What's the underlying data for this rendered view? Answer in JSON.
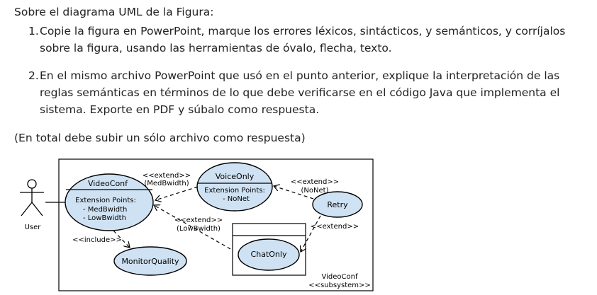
{
  "intro": "Sobre el diagrama UML de la Figura:",
  "questions": [
    {
      "num": "1.",
      "lines": [
        "Copie la figura en PowerPoint, marque los errores léxicos, sintácticos, y semánticos, y corríjalos",
        "sobre la figura, usando las herramientas de óvalo, flecha, texto."
      ]
    },
    {
      "num": "2.",
      "lines": [
        "En el mismo archivo PowerPoint que usó en el punto anterior, explique la interpretación de las",
        "reglas semánticas en términos de lo que debe verificarse en el código Java que implementa el",
        "sistema. Exporte en PDF y súbalo como respuesta."
      ]
    }
  ],
  "footer": "(En total debe subir un sólo archivo como respuesta)",
  "diagram": {
    "actor_label": "User",
    "videoconf": {
      "title": "VideoConf",
      "ext_points_header": "Extension Points:",
      "ext_points": [
        "- MedBwidth",
        "- LowBwidth"
      ]
    },
    "voiceonly": {
      "title": "VoiceOnly",
      "ext_points_header": "Extension Points:",
      "ext_points": [
        "- NoNet"
      ]
    },
    "retry": "Retry",
    "chatonly": "ChatOnly",
    "monitor": "MonitorQuality",
    "relations": {
      "extend_med": [
        "<<extend>>",
        "(MedBwidth)"
      ],
      "extend_nonet": [
        "<<extend>>",
        "(NoNet)"
      ],
      "extend_low": [
        "<<extend>>",
        "(LowBwidth)"
      ],
      "extend_plain": "<<extend>>",
      "include": "<<include>>"
    },
    "subsystem": [
      "VideoConf",
      "<<subsystem>>"
    ]
  }
}
